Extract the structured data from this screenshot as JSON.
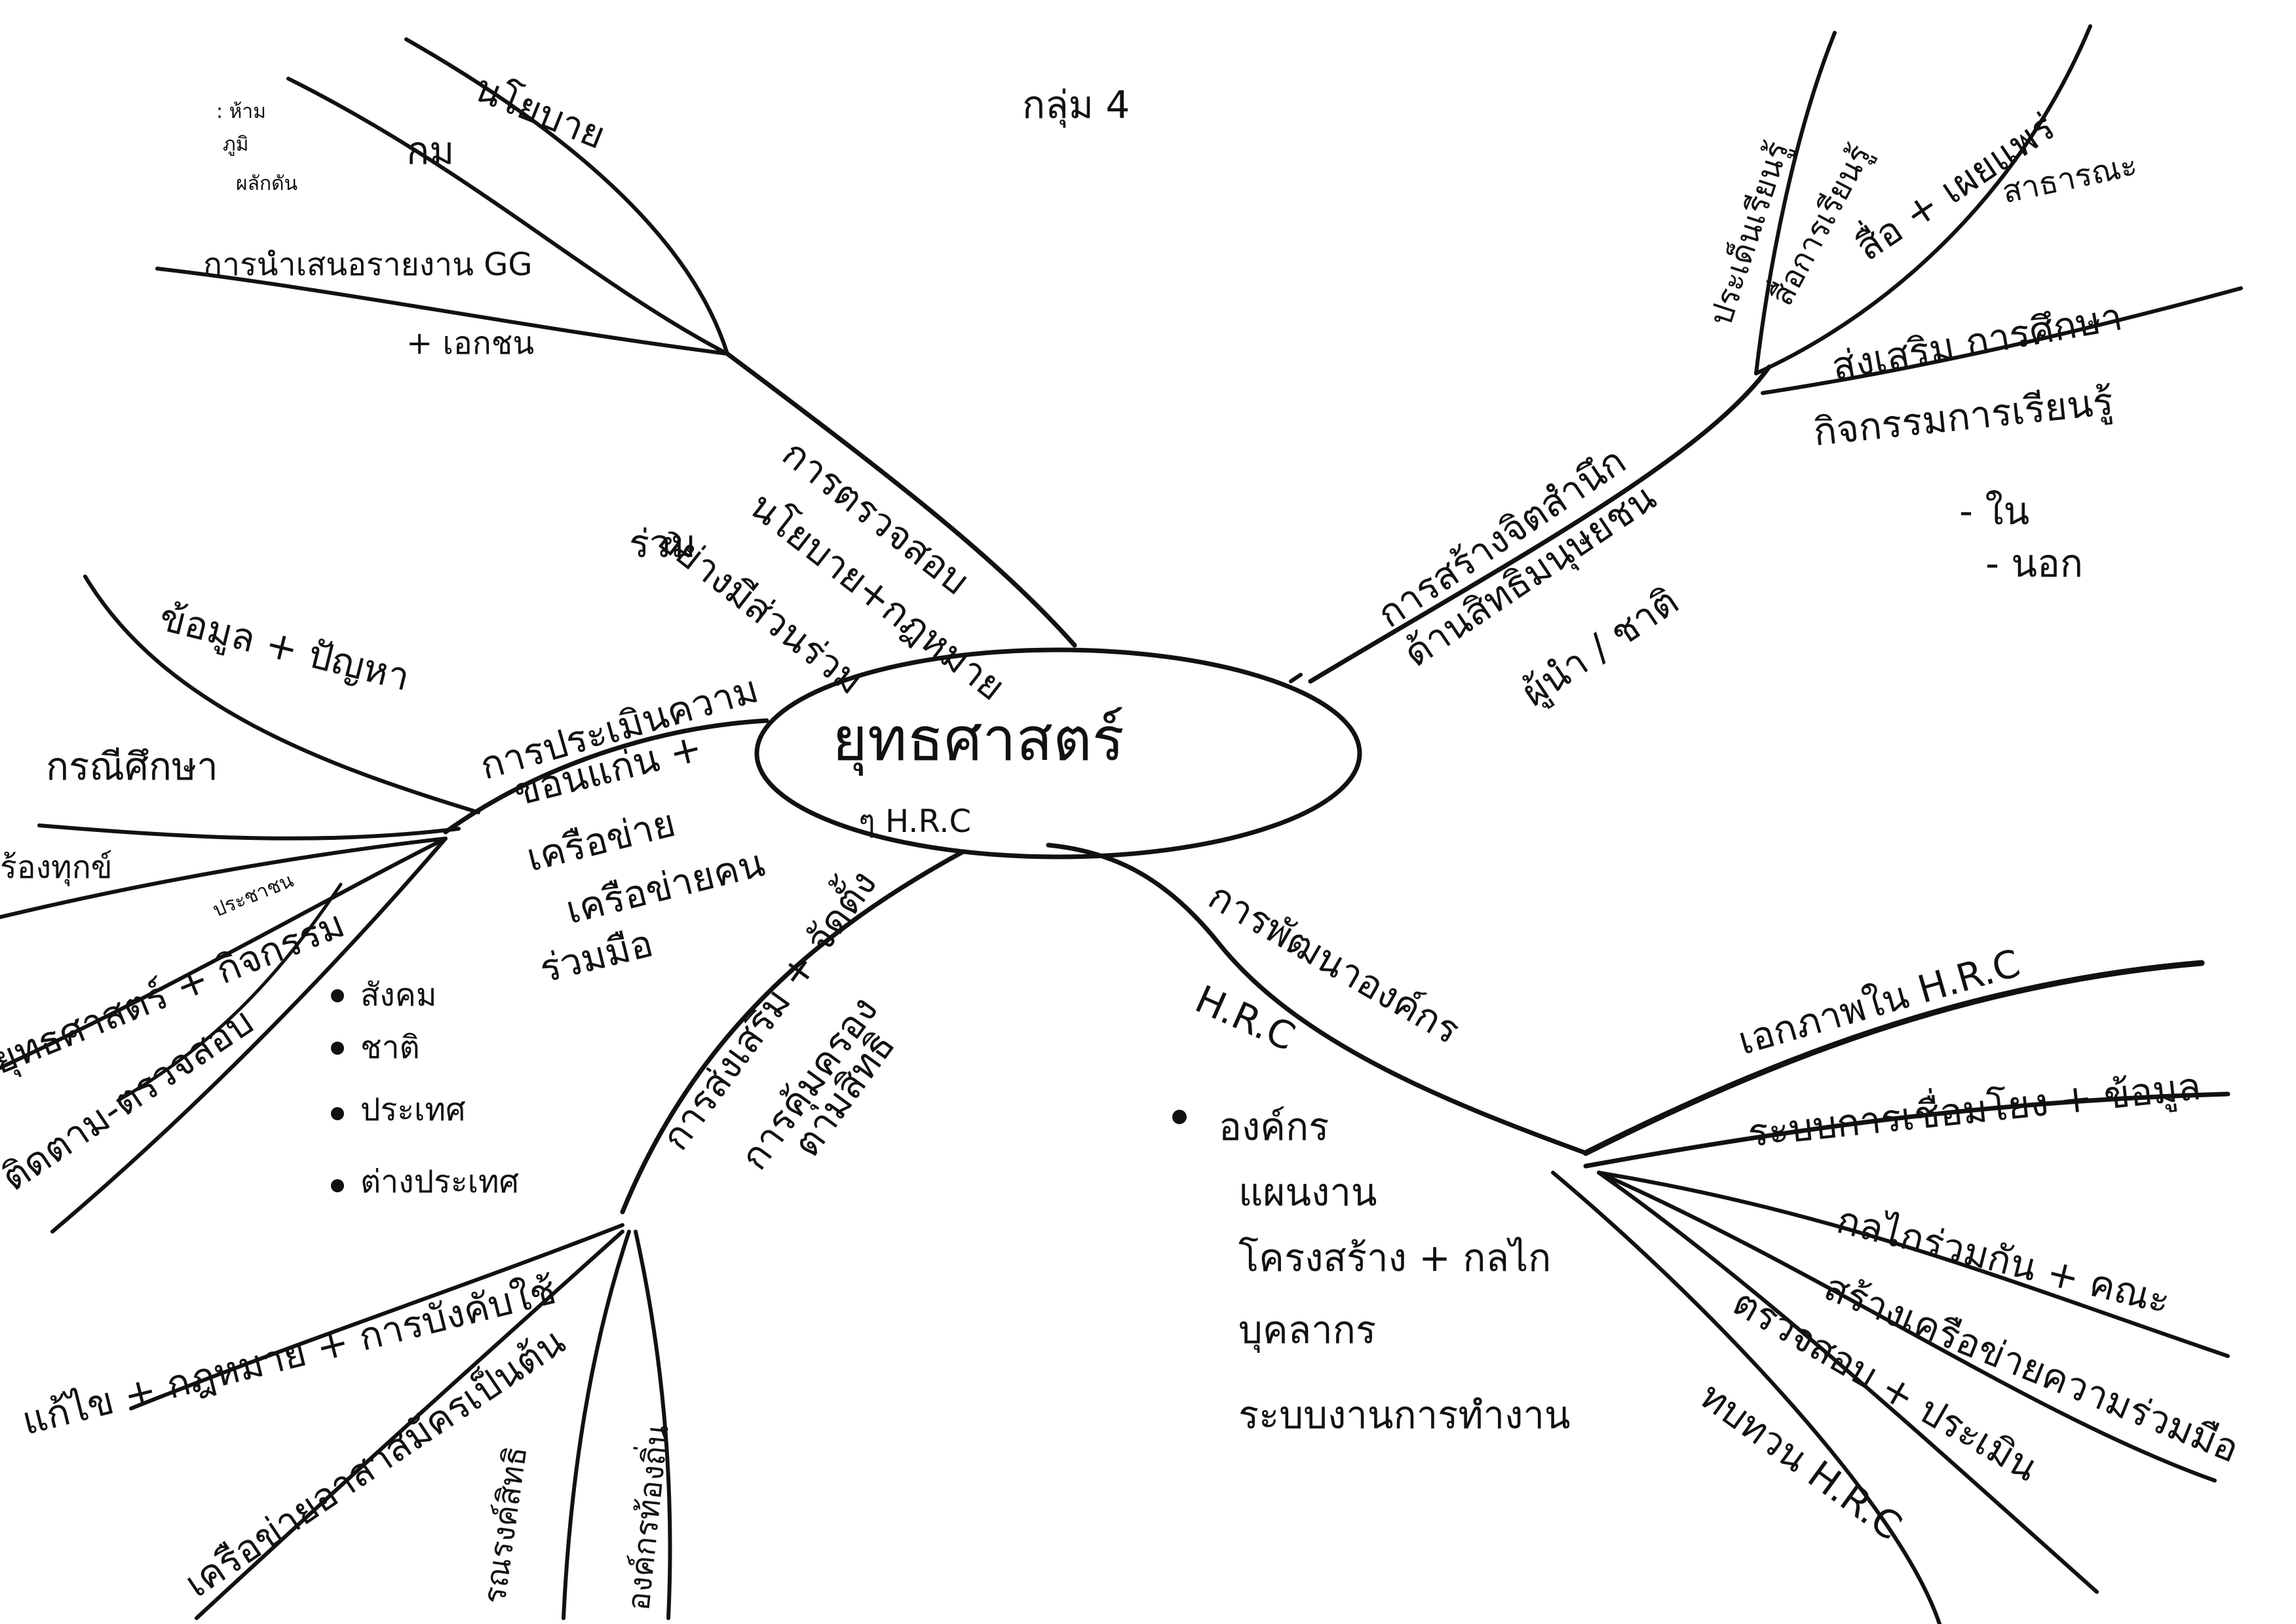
{
  "page": {
    "group_label": "กลุ่ม 4"
  },
  "center": {
    "title": "ยุทธศาสตร์",
    "subtitle": "ๆ H.R.C"
  },
  "branches": {
    "top_left": {
      "label_lines": [
        "การตรวจสอบ",
        "นโยบาย+กฎหมาย",
        "อย่างมีส่วนร่วม",
        "ร่วม"
      ],
      "subs": {
        "policy": "นโยบาย",
        "law": "กม",
        "small_items": [
          ": ห้าม",
          "ภูมิ",
          "ผลักดัน"
        ],
        "report": "การนำเสนอรายงาน GG",
        "report_2": "+ เอกชน"
      }
    },
    "left": {
      "label_lines": [
        "การประเมินความ",
        "ขอนแก่น +",
        "เครือข่าย",
        "เครือข่ายคน",
        "ร่วมมือ"
      ],
      "subs": {
        "data": "ข้อมูล + ปัญหา",
        "case": "กรณีศึกษา",
        "complaint": "ร้องทุกข์",
        "strategy": "ยุทธศาสตร์ + กิจกรรม",
        "public": "ประชาชน",
        "eval": "ติดตาม-ตรวจสอบ",
        "bullets": [
          "สังคม",
          "ชาติ",
          "ประเทศ",
          "ต่างประเทศ"
        ]
      }
    },
    "bottom_left": {
      "label_lines": [
        "การส่งเสริม + จัดตั้ง",
        "การคุ้มครอง",
        "ตามสิทธิ"
      ],
      "subs": {
        "law": "แก้ไข + กฎหมาย + การบังคับใช้",
        "network": "เครือข่ายอาสาสมัครเป็นต้น",
        "rights": "รณรงค์สิทธิ",
        "local": "องค์กรท้องถิ่น"
      }
    },
    "top_right": {
      "label_lines": [
        "การสร้างจิตสำนึก",
        "ด้านสิทธิมนุษยชน",
        "ผู้นำ / ชาติ"
      ],
      "subs": {
        "education": "ประเด็นเรียนรู้",
        "education_2": "สื่อการเรียนรู้",
        "media": "สื่อ + เผยแพร่",
        "media_2": "สาธารณะ",
        "promote": "ส่งเสริม การศึกษา",
        "activity": "กิจกรรมการเรียนรู้",
        "inside": "- ใน",
        "outside": "- นอก"
      }
    },
    "bottom_right": {
      "label_lines": [
        "การพัฒนาองค์กร",
        "H.R.C"
      ],
      "subs": {
        "independence": "เอกภาพใน H.R.C",
        "network": "ระบบการเชื่อมโยง + ข้อมูล",
        "mechanism": "กลไกร่วมกัน + คณะ",
        "partners": "สร้างเครือข่ายความร่วมมือ",
        "check": "ตรวจสอบ + ประเมิน",
        "review": "ทบทวน H.R.C",
        "bullets": [
          "องค์กร",
          "แผนงาน",
          "โครงสร้าง + กลไก",
          "บุคลากร",
          "ระบบงานการทำงาน"
        ]
      }
    }
  }
}
